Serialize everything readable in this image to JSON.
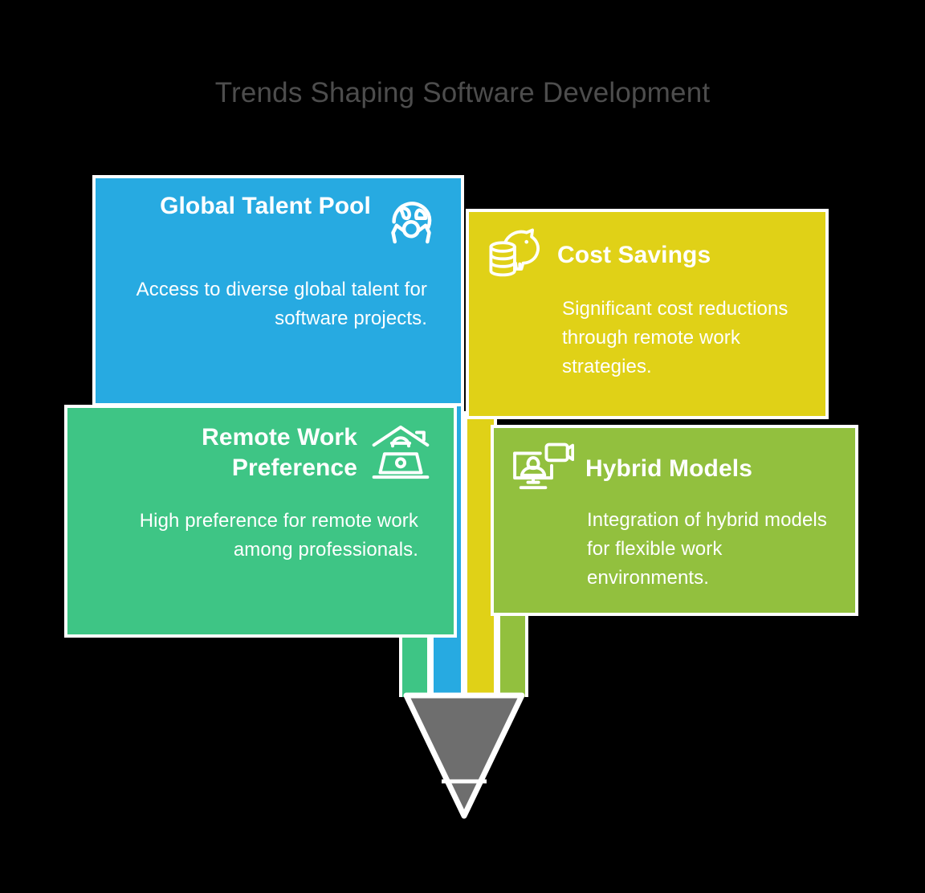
{
  "title": "Trends Shaping Software Development",
  "theme": {
    "background": "#000000",
    "title_color": "#4d4d4d",
    "card_border": "#ffffff",
    "funnel_fill": "#6e6e6e",
    "funnel_stroke": "#ffffff"
  },
  "cards": [
    {
      "id": "global-talent-pool",
      "title": "Global Talent Pool",
      "body": "Access to diverse global talent for software projects.",
      "color": "#27aae1",
      "icon": "globe-person-icon"
    },
    {
      "id": "cost-savings",
      "title": "Cost Savings",
      "body": "Significant cost reductions through remote work strategies.",
      "color": "#e0d117",
      "icon": "piggy-bank-coins-icon"
    },
    {
      "id": "remote-work-preference",
      "title": "Remote Work Preference",
      "body": "High preference for remote work among professionals.",
      "color": "#3ec585",
      "icon": "home-laptop-icon"
    },
    {
      "id": "hybrid-models",
      "title": "Hybrid Models",
      "body": "Integration of hybrid models for flexible work environments.",
      "color": "#92c03e",
      "icon": "monitor-video-call-icon"
    }
  ],
  "stems": [
    {
      "id": "stem-remote",
      "color": "#3ec585"
    },
    {
      "id": "stem-global",
      "color": "#27aae1"
    },
    {
      "id": "stem-cost",
      "color": "#e0d117"
    },
    {
      "id": "stem-hybrid",
      "color": "#92c03e"
    }
  ],
  "funnel": {
    "name": "funnel-shape",
    "fill": "#6e6e6e",
    "stroke": "#ffffff"
  }
}
